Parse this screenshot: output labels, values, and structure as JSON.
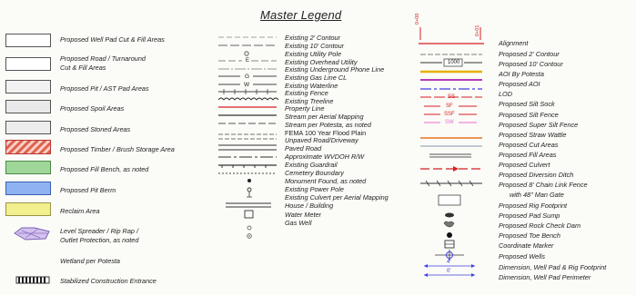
{
  "title": "Master Legend",
  "areas": [
    {
      "label": "Proposed Well Pad Cut & Fill Areas",
      "color": "#ffffff",
      "style": "plain"
    },
    {
      "label": "Proposed Road / Turnaround",
      "label2": "Cut & Fill Areas",
      "color": "#ffffff",
      "style": "plain"
    },
    {
      "label": "Proposed Pit / AST Pad Areas",
      "color": "#f2f2f2",
      "style": "plain"
    },
    {
      "label": "Proposed Spoil Areas",
      "color": "#e9e9e9",
      "style": "plain"
    },
    {
      "label": "Proposed Stoned Areas",
      "color": "#ededed",
      "style": "plain"
    },
    {
      "label": "Proposed Timber / Brush Storage Area",
      "color": "#e88a7a",
      "style": "hatch"
    },
    {
      "label": "Proposed Fill Bench, as noted",
      "color": "#9fd79a",
      "style": "plain"
    },
    {
      "label": "Proposed Pit Berm",
      "color": "#8fb2f2",
      "style": "plain"
    },
    {
      "label": "Reclaim Area",
      "color": "#f2ef8e",
      "style": "plain"
    },
    {
      "label": "Level Spreader / Rip Rap /",
      "label2": "Outlet Protection, as noted",
      "color": "#c9b6e6",
      "style": "riprap"
    },
    {
      "label": "Wetland per Potesta",
      "color": "",
      "style": "none"
    },
    {
      "label": "Stabilized Construction Entrance",
      "color": "#555555",
      "style": "entrance"
    }
  ],
  "middle": [
    "Existing 2' Contour",
    "Existing 10' Contour",
    "Existing Utility Pole",
    "Existing Overhead Utility",
    "Existing Underground Phone Line",
    "Existing Gas Line CL",
    "Existing Waterline",
    "Existing Fence",
    "Existing Treeline",
    "Property Line",
    "Stream per Aerial Mapping",
    "Stream per Potesta, as noted",
    "FEMA 100 Year Flood Plain",
    "Unpaved Road/Driveway",
    "Paved Road",
    "Approximate WVDOH R/W",
    "Existing Guardrail",
    "Cemetery Boundary",
    "Monument Found, as noted",
    "Existing Power Pole",
    "Existing Culvert per Aerial Mapping",
    "House / Building",
    "Water Meter",
    "Gas Well"
  ],
  "middle_symbols": {
    "overhead": "E",
    "gas": "G",
    "water": "W"
  },
  "right": [
    "Alignment",
    "Proposed 2' Contour",
    "Proposed 10' Contour",
    "AOI By Potesta",
    "Proposed AOI",
    "LOD",
    "Proposed Silt Sock",
    "Proposed Silt Fence",
    "Proposed Super Silt Fence",
    "Proposed Straw Wattle",
    "Proposed Cut Areas",
    "Proposed Fill Areas",
    "Proposed Culvert",
    "Proposed Diversion Ditch",
    "Proposed 8' Chain Link Fence",
    "with 48\" Man Gate",
    "Proposed Rig Footprint",
    "Proposed Pad Sump",
    "Proposed Rock Check Dam",
    "Proposed Toe Bench",
    "Coordinate Marker",
    "Proposed Wells",
    "Dimension, Well Pad & Rig Footprint",
    "Dimension, Well Pad Perimeter"
  ],
  "right_symbols": {
    "alignment_left": "0+00",
    "alignment_right": "0+01",
    "contour10": "1000",
    "silt_sock": "SS",
    "silt_fence": "SF",
    "super_silt_fence": "SSF",
    "straw_wattle": "SW",
    "dimension1": "4'",
    "dimension2": "0'"
  },
  "colors": {
    "lod": "#3f3fdf",
    "aoi_potesta": "#e6b000",
    "proposed_aoi": "#b33bb3",
    "red": "#d42020",
    "pink": "#e86cc6",
    "orange": "#e6761b"
  }
}
